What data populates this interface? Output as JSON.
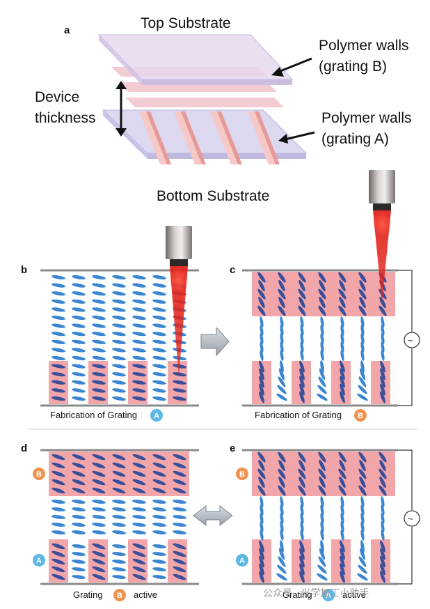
{
  "panel_a": {
    "letter": "a",
    "top_substrate": "Top Substrate",
    "bottom_substrate": "Bottom Substrate",
    "device_thickness": [
      "Device",
      "thickness"
    ],
    "walls_b": [
      "Polymer walls",
      "(grating B)"
    ],
    "walls_a": [
      "Polymer walls",
      "(grating A)"
    ]
  },
  "panel_b": {
    "letter": "b",
    "caption": "Fabrication of Grating",
    "badge": "A"
  },
  "panel_c": {
    "letter": "c",
    "caption": "Fabrication of Grating",
    "badge": "B"
  },
  "panel_d": {
    "letter": "d",
    "caption_pre": "Grating",
    "badge": "B",
    "caption_post": "active",
    "badge_top": "B",
    "badge_bottom": "A"
  },
  "panel_e": {
    "letter": "e",
    "caption_pre": "Grating",
    "badge": "A",
    "caption_post": "active",
    "badge_top": "B",
    "badge_bottom": "A"
  },
  "voltage_symbol": "~",
  "watermark": "公众号 · 光学加工小助手",
  "colors": {
    "lc_blue": "#3a86d1",
    "lc_dark": "#3a4f9a",
    "wall_pink": "#f3a6aa",
    "badge_a": "#5bb8e4",
    "badge_b": "#f0934f",
    "substrate": "#8a8a8a",
    "laser_red": "#e2231a"
  }
}
